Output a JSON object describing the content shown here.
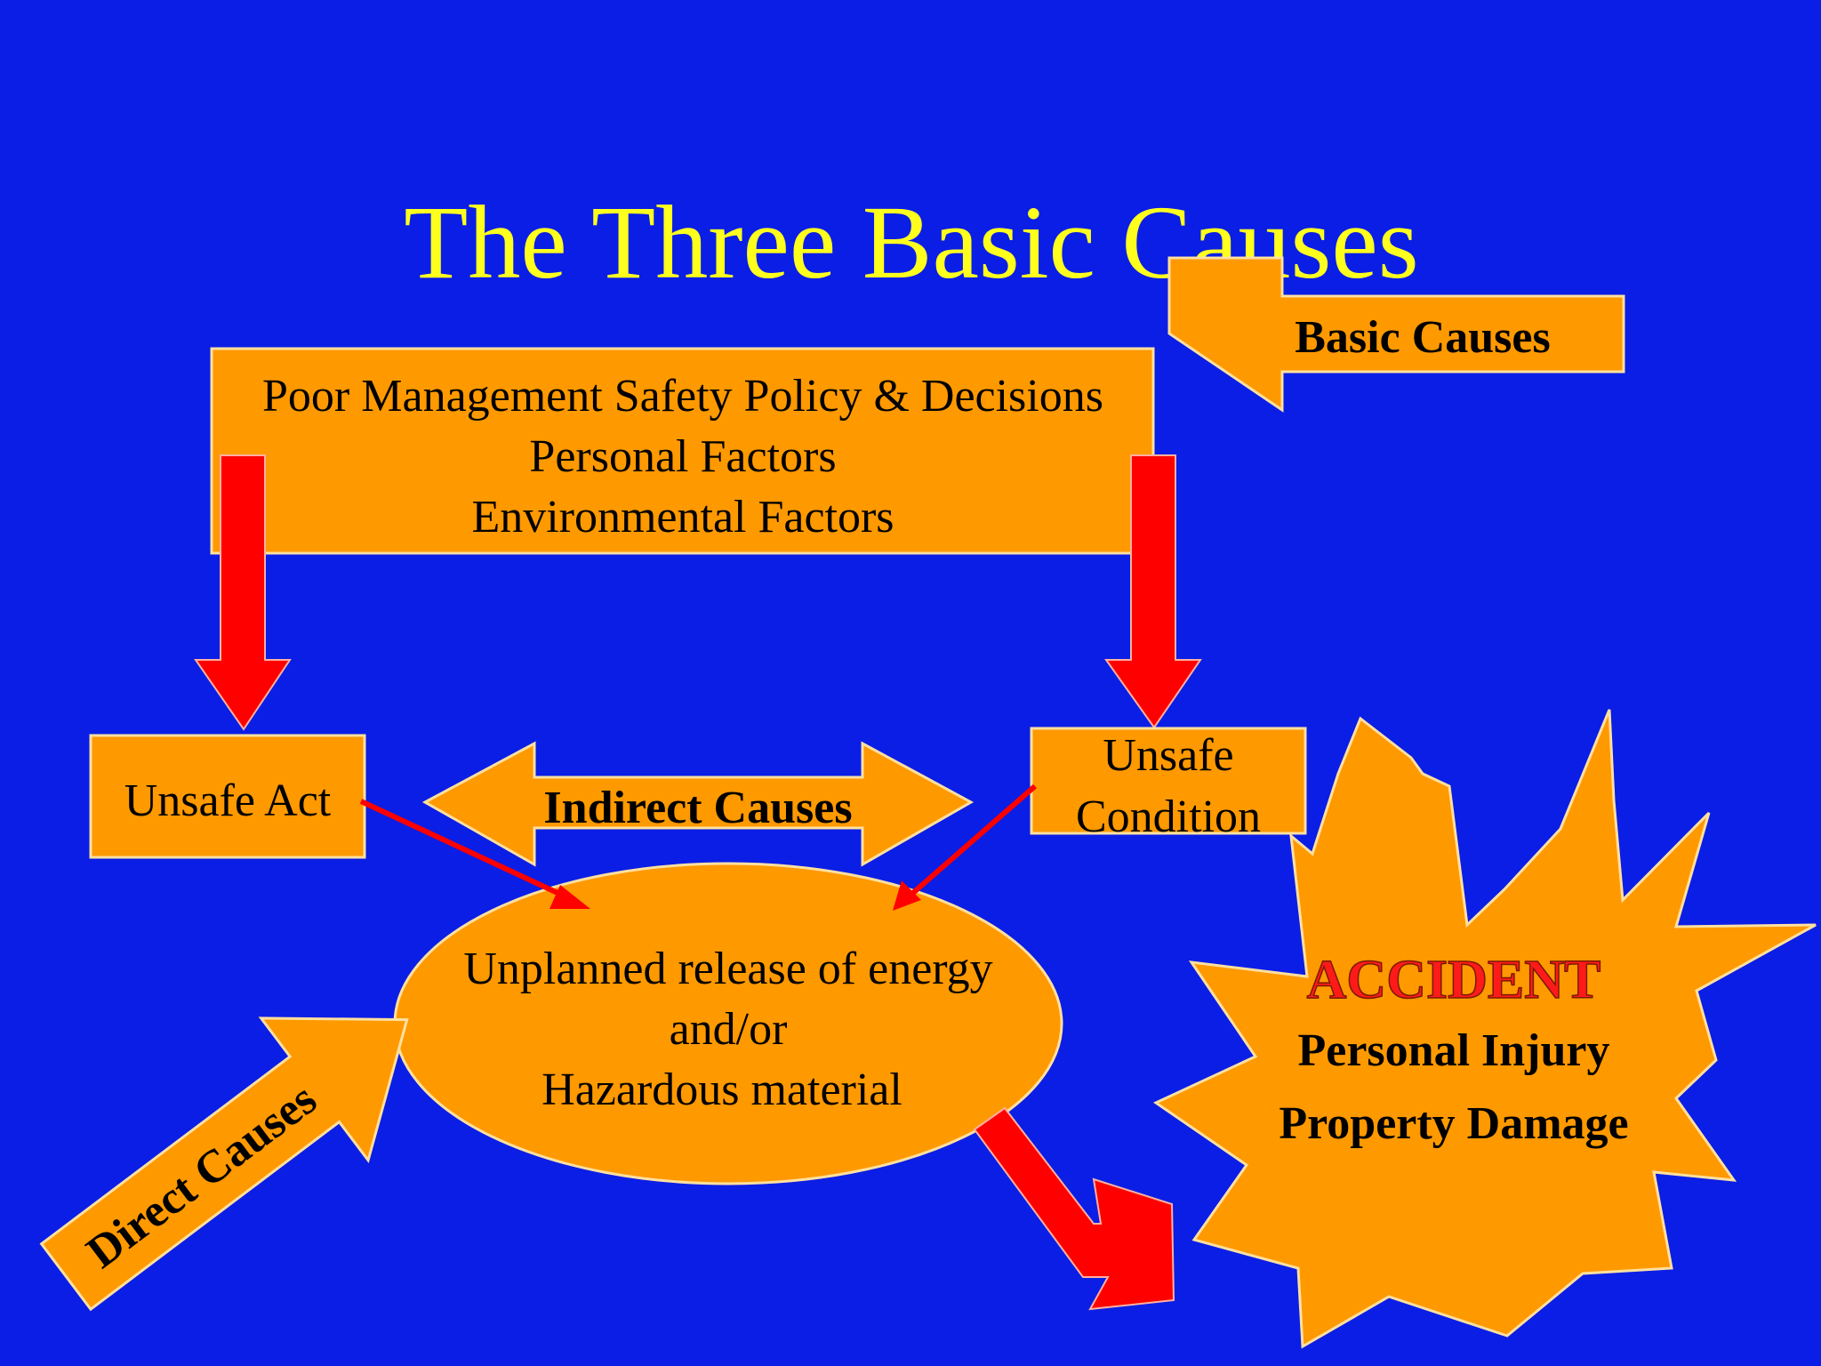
{
  "slide": {
    "title": "The Three Basic Causes"
  },
  "labels": {
    "basic_causes": "Basic Causes",
    "indirect_causes": "Indirect Causes",
    "direct_causes": "Direct Causes"
  },
  "management_box": {
    "line1": "Poor Management Safety Policy & Decisions",
    "line2": "Personal Factors",
    "line3": "Environmental Factors"
  },
  "unsafe_act": {
    "label": "Unsafe Act"
  },
  "unsafe_condition": {
    "line1": "Unsafe",
    "line2": "Condition"
  },
  "energy_ellipse": {
    "line1": "Unplanned release of energy",
    "line2": "and/or",
    "line3": "Hazardous material"
  },
  "accident_burst": {
    "heading": "ACCIDENT",
    "line1": "Personal Injury",
    "line2": "Property Damage"
  },
  "colors": {
    "background": "#0a1ee6",
    "title": "#ffff1e",
    "shape_fill": "#ff9900",
    "arrow_red": "#ff0000",
    "accident_red": "#ff1a1a"
  }
}
